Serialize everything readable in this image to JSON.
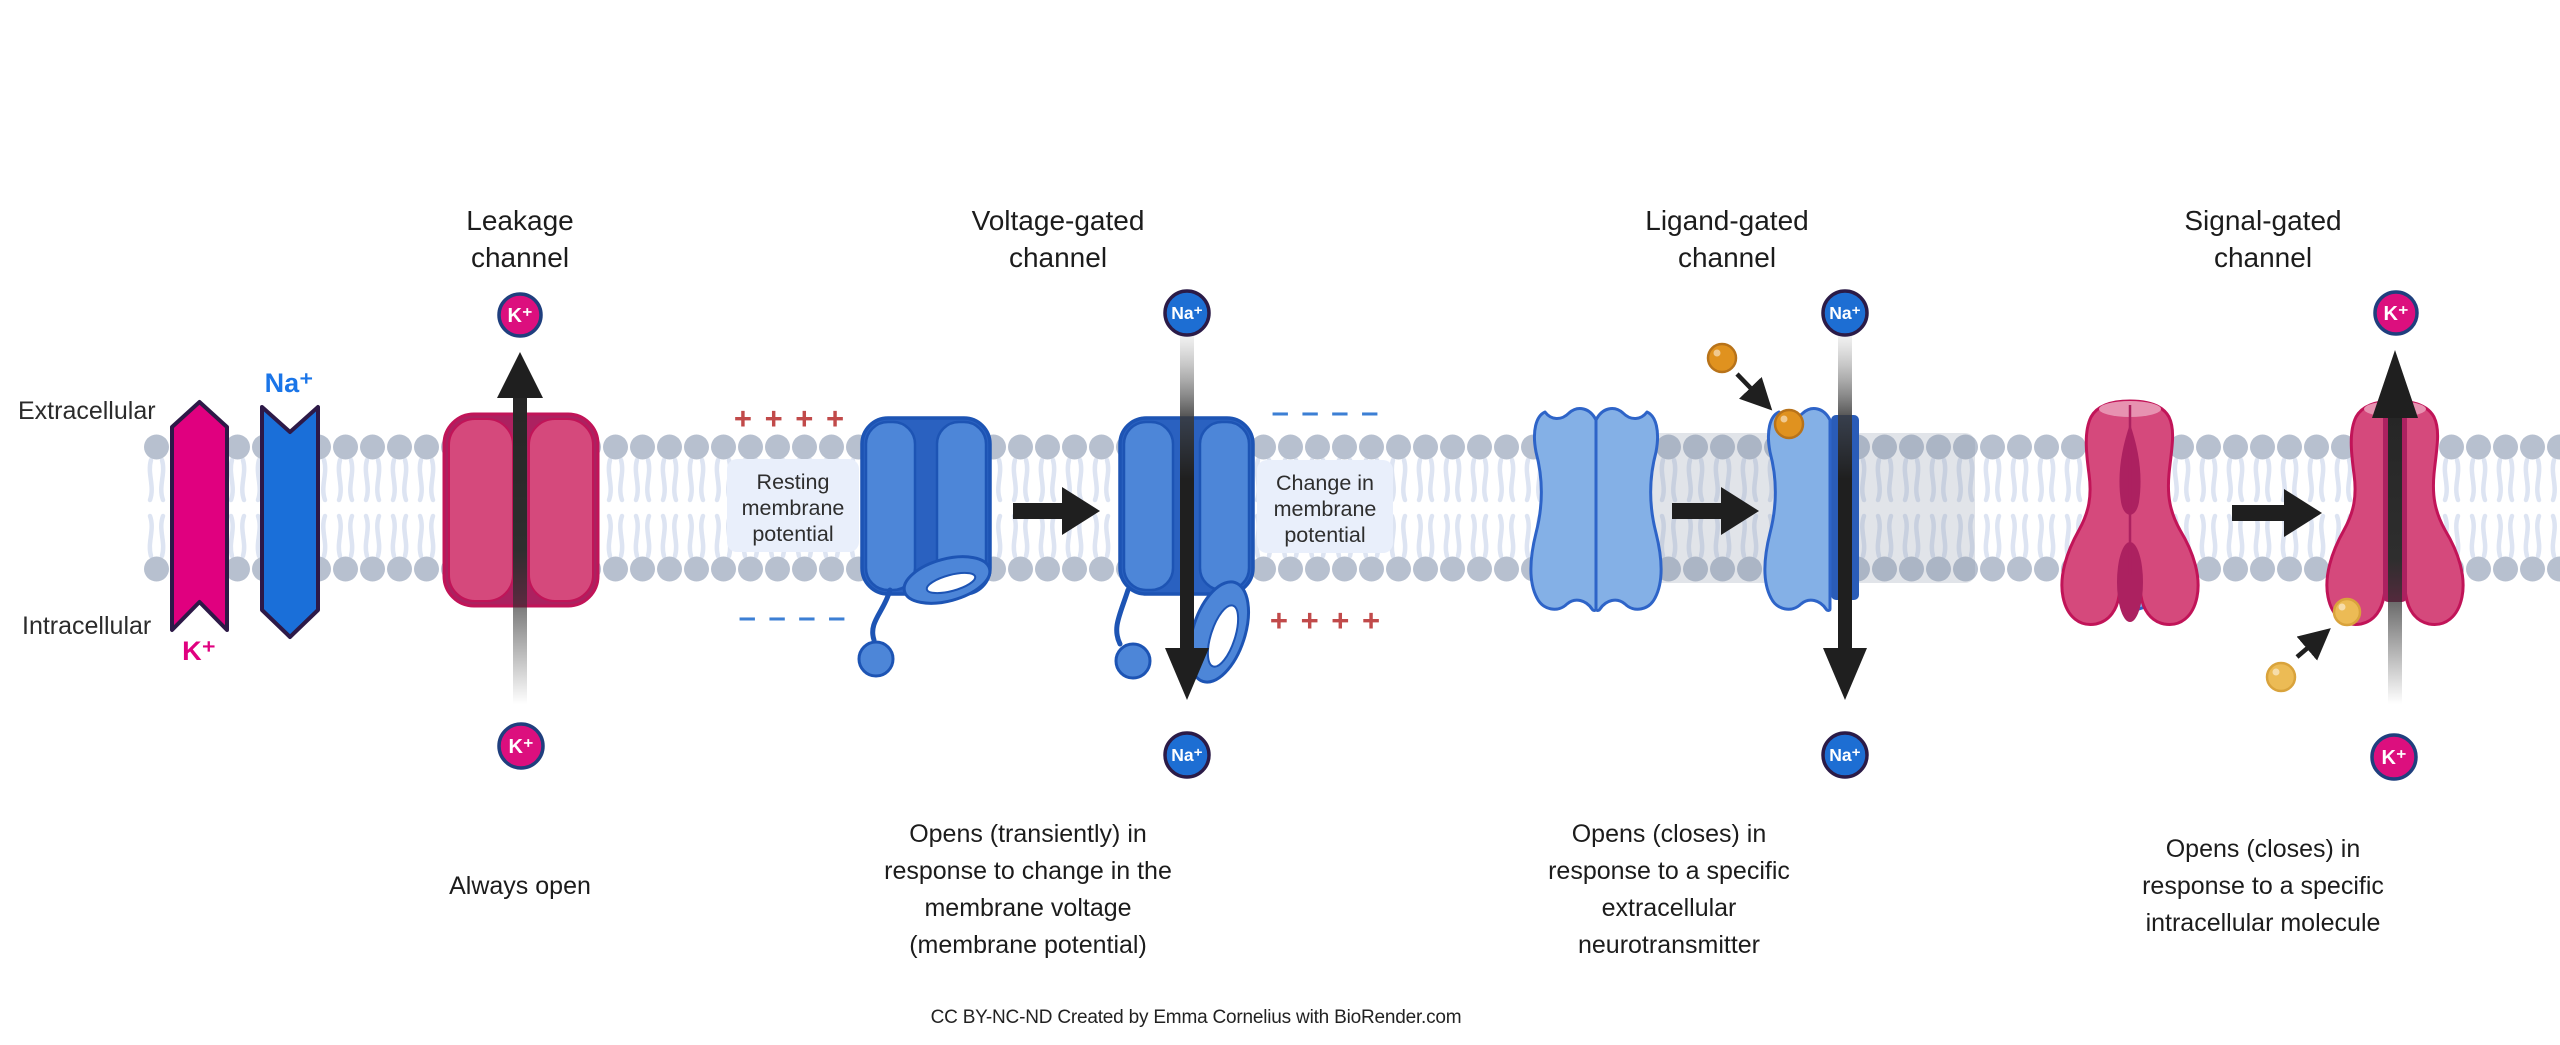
{
  "labels": {
    "extracellular": "Extracellular",
    "intracellular": "Intracellular",
    "k_ribbon": "K⁺",
    "na_ribbon": "Na⁺"
  },
  "ions": {
    "k": "K⁺",
    "na": "Na⁺"
  },
  "channels": [
    {
      "id": "leakage",
      "title_lines": [
        "Leakage",
        "channel"
      ],
      "caption_lines": [
        "Always open"
      ]
    },
    {
      "id": "voltage-gated",
      "title_lines": [
        "Voltage-gated",
        "channel"
      ],
      "caption_lines": [
        "Opens (transiently) in",
        "response to change in the",
        "membrane voltage",
        "(membrane potential)"
      ]
    },
    {
      "id": "ligand-gated",
      "title_lines": [
        "Ligand-gated",
        "channel"
      ],
      "caption_lines": [
        "Opens (closes) in",
        "response to a specific",
        "extracellular",
        "neurotransmitter"
      ]
    },
    {
      "id": "signal-gated",
      "title_lines": [
        "Signal-gated",
        "channel"
      ],
      "caption_lines": [
        "Opens (closes) in",
        "response to a specific",
        "intracellular molecule"
      ]
    }
  ],
  "boxes": {
    "resting": [
      "Resting",
      "membrane",
      "potential"
    ],
    "change": [
      "Change in",
      "membrane",
      "potential"
    ]
  },
  "charges": {
    "plus": "+ + + +",
    "minus": "– – – –"
  },
  "footer": {
    "credit": "CC BY-NC-ND Created by Emma Cornelius with BioRender.com"
  },
  "colors": {
    "membrane-head": "#b7c0cf",
    "membrane-tail": "#dde4f2",
    "crimson": "#d5497c",
    "crimson-dark": "#ac2160",
    "crimson-stroke": "#c11458",
    "pink-cap": "#e792b1",
    "blue": "#4d86d8",
    "blue-dark": "#2a61c0",
    "blue-stroke": "#1d54b4",
    "lightblue": "#84b0e6",
    "lightblue-dark": "#2a5cb8",
    "lightblue-stroke": "#2e64c8",
    "k-fill": "#dc0f7e",
    "k-stroke": "#1f3f7e",
    "k-text": "#e0007f",
    "na-fill": "#1d6ed3",
    "na-stroke": "#2b1b47",
    "na-text": "#1a75e8",
    "ribbon-na": "#1a6fd9",
    "ribbon-stroke": "#2d1947",
    "ligand-orange": "#e0921f",
    "ligand-orange-stroke": "#b8731a",
    "molecule-yellow": "#ecbb55",
    "molecule-yellow-stroke": "#d9a33c",
    "plus-red": "#c14a4a",
    "minus-blue": "#3c7fd4",
    "arrow": "#1f1f1f",
    "box-bg": "#e9effb",
    "text": "#1c1c1c"
  }
}
